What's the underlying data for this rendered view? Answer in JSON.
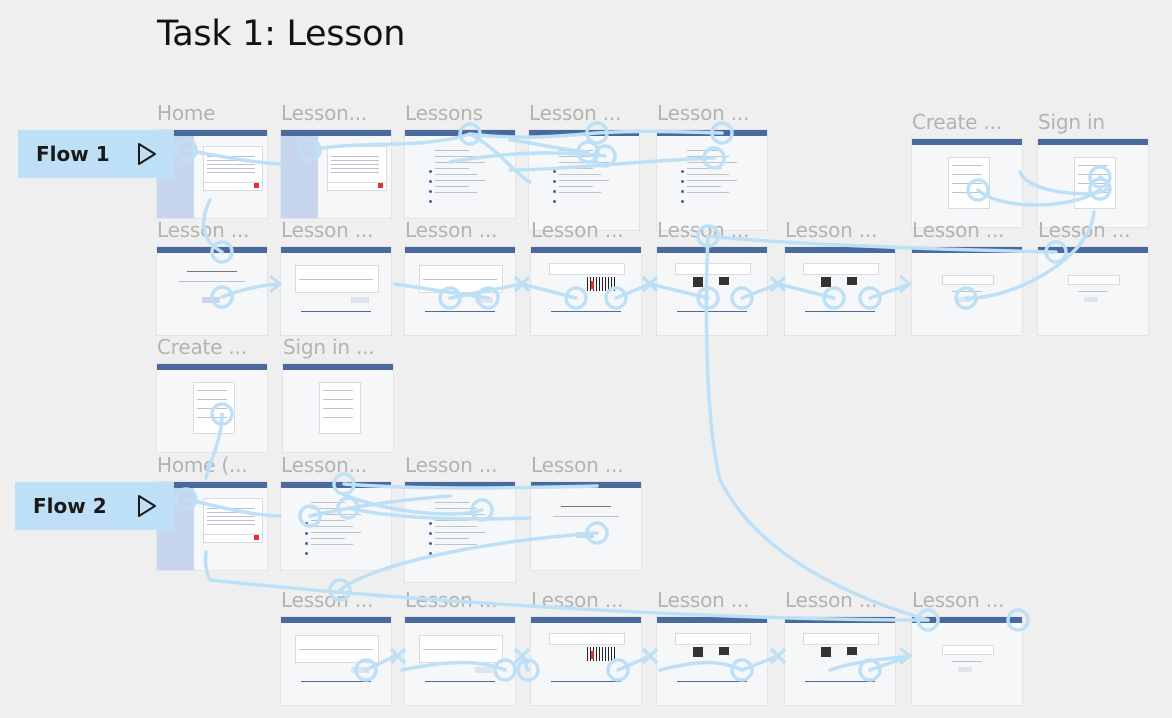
{
  "page_title": "Task 1: Lesson",
  "flows": [
    {
      "label": "Flow 1",
      "icon": "play-icon"
    },
    {
      "label": "Flow 2",
      "icon": "play-icon"
    }
  ],
  "frames": [
    {
      "id": "f1-home",
      "title": "Home",
      "kind": "home"
    },
    {
      "id": "f1-lesson-a",
      "title": "Lesson...",
      "kind": "home"
    },
    {
      "id": "f1-lessons",
      "title": "Lessons",
      "kind": "menu"
    },
    {
      "id": "f1-lesson-b",
      "title": "Lesson ...",
      "kind": "menu"
    },
    {
      "id": "f1-lesson-c",
      "title": "Lesson ...",
      "kind": "menu"
    },
    {
      "id": "f1-create",
      "title": "Create ...",
      "kind": "form"
    },
    {
      "id": "f1-signin",
      "title": "Sign in",
      "kind": "form"
    },
    {
      "id": "r2-1",
      "title": "Lesson ...",
      "kind": "intro"
    },
    {
      "id": "r2-2",
      "title": "Lesson ...",
      "kind": "question"
    },
    {
      "id": "r2-3",
      "title": "Lesson ...",
      "kind": "question"
    },
    {
      "id": "r2-4",
      "title": "Lesson ...",
      "kind": "piano"
    },
    {
      "id": "r2-5",
      "title": "Lesson ...",
      "kind": "clef"
    },
    {
      "id": "r2-6",
      "title": "Lesson ...",
      "kind": "clef"
    },
    {
      "id": "r2-7",
      "title": "Lesson ...",
      "kind": "complete"
    },
    {
      "id": "r2-8",
      "title": "Lesson ...",
      "kind": "complete"
    },
    {
      "id": "r3-create",
      "title": "Create ...",
      "kind": "form"
    },
    {
      "id": "r3-signin",
      "title": "Sign in ...",
      "kind": "form"
    },
    {
      "id": "f2-home",
      "title": "Home (...",
      "kind": "home"
    },
    {
      "id": "f2-lesson-a",
      "title": "Lesson...",
      "kind": "menu"
    },
    {
      "id": "f2-lesson-b",
      "title": "Lesson ...",
      "kind": "menu"
    },
    {
      "id": "f2-lesson-c",
      "title": "Lesson ...",
      "kind": "intro"
    },
    {
      "id": "r5-1",
      "title": "Lesson ...",
      "kind": "question"
    },
    {
      "id": "r5-2",
      "title": "Lesson ...",
      "kind": "question"
    },
    {
      "id": "r5-3",
      "title": "Lesson ...",
      "kind": "piano"
    },
    {
      "id": "r5-4",
      "title": "Lesson ...",
      "kind": "clef"
    },
    {
      "id": "r5-5",
      "title": "Lesson ...",
      "kind": "clef"
    },
    {
      "id": "r5-6",
      "title": "Lesson ...",
      "kind": "complete"
    }
  ],
  "colors": {
    "background": "#efefef",
    "flow_button": "#bde0f7",
    "wire": "#bde0f7",
    "frame_bar": "#4a6a9e",
    "frame_title": "#b3b3b3"
  }
}
